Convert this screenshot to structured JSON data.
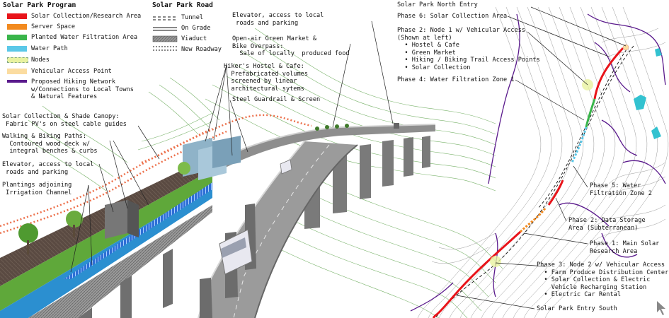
{
  "program": {
    "title": "Solar Park Program",
    "items": [
      {
        "label": "Solar Collection/Research Area",
        "color": "#e8141a"
      },
      {
        "label": "Server Space",
        "color": "#f28a1f"
      },
      {
        "label": "Planted Water Filtration Area",
        "color": "#39b54a"
      },
      {
        "label": "Water Path",
        "color": "#5bc8e8"
      },
      {
        "label": "Nodes",
        "color": "#e8f2a0"
      },
      {
        "label": "Vehicular Access Point",
        "color": "#fbdca0"
      },
      {
        "label": "Proposed Hiking Network\nw/Connections to Local Towns\n& Natural Features",
        "color": "#5a1a8c"
      }
    ]
  },
  "road": {
    "title": "Solar Park Road",
    "items": [
      "Tunnel",
      "On Grade",
      "Viaduct",
      "New Roadway"
    ]
  },
  "left_notes": [
    "Solar Collection & Shade Canopy:\n Fabric PV's on steel cable guides",
    "Walking & Biking Paths:\n  Contoured wood deck w/\n  integral benches & curbs",
    "Elevator, access to local\n roads and parking",
    "Plantings adjoining\n Irrigation Channel"
  ],
  "middle_notes": [
    "Elevator, access to local\n roads and parking",
    "Open-air Green Market &\nBike Overpass:\n  Sale of locally  produced food",
    "Hiker's Hostel & Cafe:\n  Prefabricated volumes\n  screened by linear\n  architectural sytems",
    "Steel Guardrail & Screen"
  ],
  "map_notes": {
    "north_entry": "Solar Park North Entry",
    "phase6": "Phase 6: Solar Collection Area",
    "phase2_node": "Phase 2: Node 1 w/ Vehicular Access\n(Shown at left)\n  • Hostel & Cafe\n  • Green Market\n  • Hiking / Biking Trail Access Points\n  • Solar Collection",
    "phase4": "Phase 4: Water Filtration Zone 1",
    "phase5": "Phase 5: Water\nFiltration Zone 2",
    "phase2_data": "Phase 2: Data Storage\nArea (Subterranean)",
    "phase1": "Phase 1: Main Solar\nResearch Area",
    "phase3": "Phase 3: Node 2 w/ Vehicular Access\n  • Farm Produce Distribution Center\n  • Solar Collection & Electric\n    Vehicle Recharging Station\n  • Electric Car Rental",
    "south_entry": "Solar Park Entry South"
  }
}
